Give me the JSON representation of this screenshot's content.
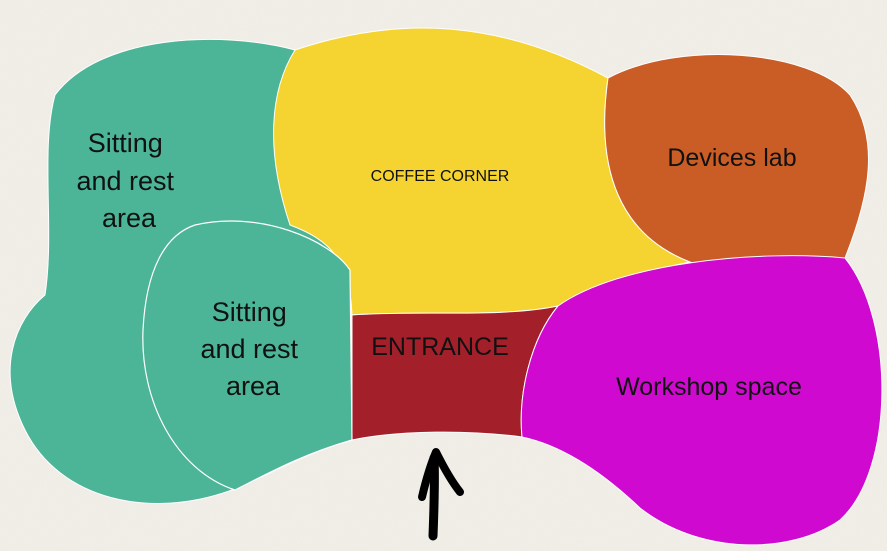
{
  "colors": {
    "background": "#f3f0ea",
    "sitting_area": "#4db597",
    "coffee_corner": "#f5d432",
    "devices_lab": "#c95d25",
    "entrance": "#a3202a",
    "workshop_space": "#cf09cf",
    "arrow": "#000000"
  },
  "zones": {
    "sitting_outer": {
      "lines": [
        "Sitting",
        "and rest",
        "area"
      ]
    },
    "sitting_inner": {
      "lines": [
        "Sitting",
        "and rest",
        "area"
      ]
    },
    "coffee_corner": {
      "label": "COFFEE CORNER"
    },
    "devices_lab": {
      "label": "Devices lab"
    },
    "entrance": {
      "label": "ENTRANCE"
    },
    "workshop_space": {
      "label": "Workshop space"
    }
  },
  "arrow": {
    "icon": "up-arrow-icon"
  }
}
